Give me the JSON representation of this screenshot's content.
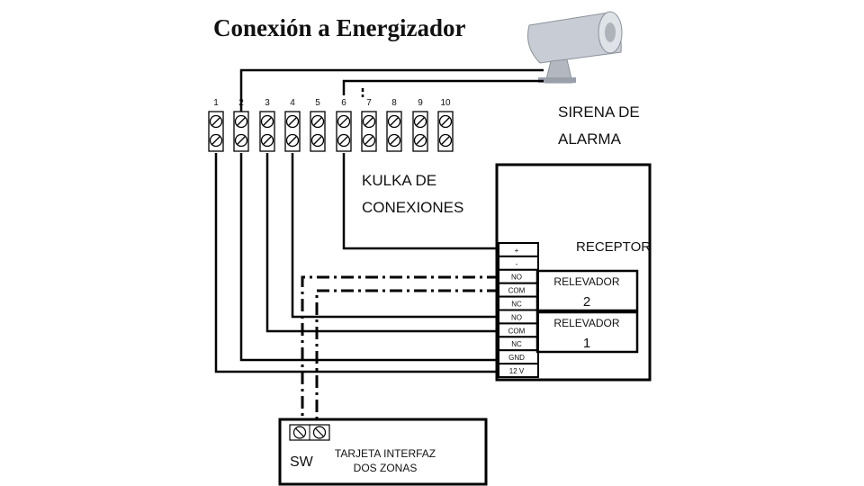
{
  "title": "Conexión a Energizador",
  "siren": {
    "icon": "siren-horn-icon",
    "label_line1": "SIRENA DE",
    "label_line2": "ALARMA"
  },
  "terminal_block": {
    "numbers": [
      "1",
      "2",
      "3",
      "4",
      "5",
      "6",
      "7",
      "8",
      "9",
      "10"
    ],
    "label_line1": "KULKA DE",
    "label_line2": "CONEXIONES"
  },
  "receiver": {
    "label": "RECEPTOR",
    "pins": [
      "+",
      "-",
      "NO",
      "COM",
      "NC",
      "NO",
      "COM",
      "NC",
      "GND",
      "12 V"
    ],
    "relay2_line1": "RELEVADOR",
    "relay2_line2": "2",
    "relay1_line1": "RELEVADOR",
    "relay1_line2": "1"
  },
  "interface_card": {
    "sw_label": "SW",
    "label_line1": "TARJETA INTERFAZ",
    "label_line2": "DOS ZONAS"
  },
  "colors": {
    "line": "#000000",
    "siren_body": "#c8ccd4",
    "siren_shadow": "#9aa0aa"
  }
}
